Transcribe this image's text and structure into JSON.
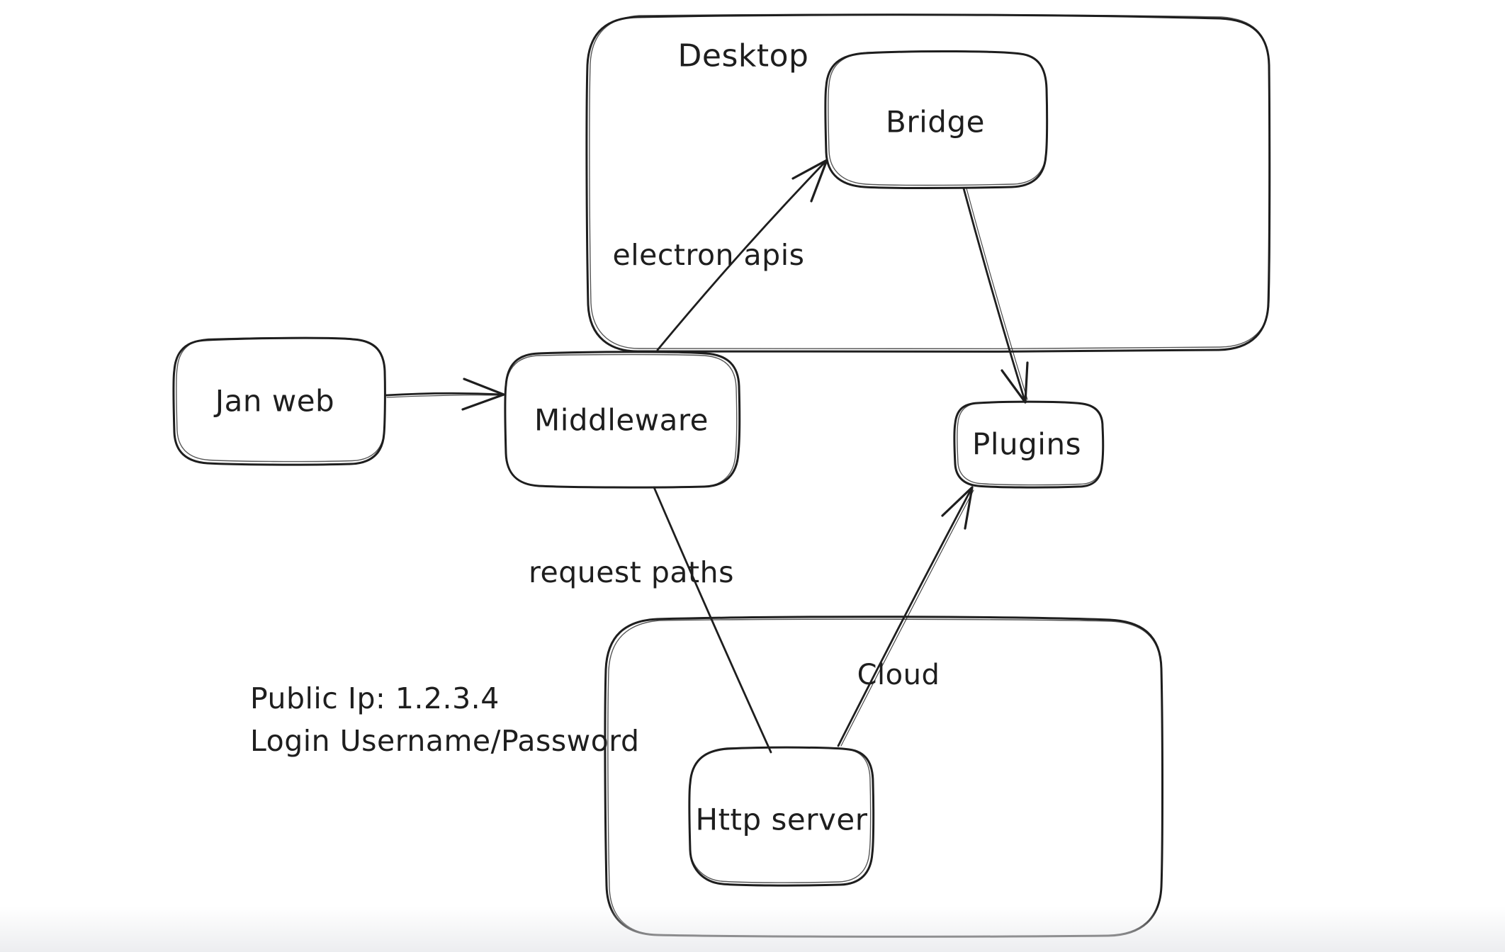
{
  "diagram": {
    "background_color": "#ffffff",
    "stroke_color": "#1e1e1e",
    "containers": [
      {
        "id": "desktop",
        "label": "Desktop"
      },
      {
        "id": "cloud",
        "label": "Cloud"
      }
    ],
    "nodes": [
      {
        "id": "jan-web",
        "label": "Jan web"
      },
      {
        "id": "middleware",
        "label": "Middleware"
      },
      {
        "id": "bridge",
        "label": "Bridge"
      },
      {
        "id": "plugins",
        "label": "Plugins"
      },
      {
        "id": "http-server",
        "label": "Http server"
      }
    ],
    "edges": [
      {
        "id": "jan-web-to-middleware",
        "from": "Jan web",
        "to": "Middleware",
        "label": "",
        "arrowhead": "end"
      },
      {
        "id": "middleware-to-bridge",
        "from": "Middleware",
        "to": "Bridge",
        "label": "electron apis",
        "arrowhead": "end"
      },
      {
        "id": "bridge-to-plugins",
        "from": "Bridge",
        "to": "Plugins",
        "label": "",
        "arrowhead": "end"
      },
      {
        "id": "middleware-to-http-server",
        "from": "Middleware",
        "to": "Http server",
        "label": "request paths",
        "arrowhead": "none"
      },
      {
        "id": "http-server-to-plugins",
        "from": "Http server",
        "to": "Plugins",
        "label": "",
        "arrowhead": "end"
      }
    ],
    "notes": {
      "line1": "Public Ip: 1.2.3.4",
      "line2": "Login Username/Password"
    }
  }
}
